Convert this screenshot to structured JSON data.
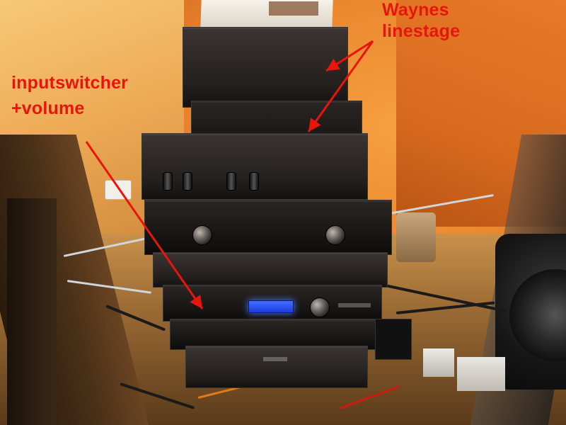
{
  "annotations": {
    "waynes": {
      "line1": "Waynes",
      "line2": "linestage"
    },
    "switcher": {
      "line1": "inputswitcher",
      "line2": "+volume"
    }
  },
  "colors": {
    "annotation": "#e8150c",
    "display": "#3f6fff",
    "wall": "#e8802a"
  }
}
